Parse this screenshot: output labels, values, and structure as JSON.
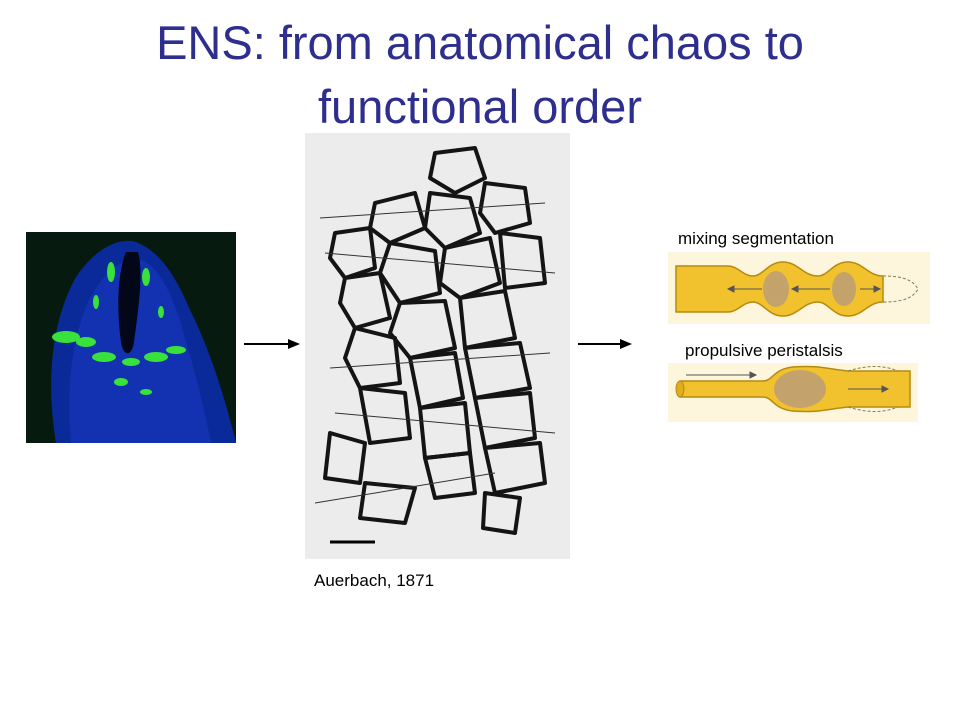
{
  "slide": {
    "title_line1": "ENS: from anatomical chaos to",
    "title_line2": "functional order"
  },
  "images": {
    "micrograph_icon": "fluorescence-micrograph",
    "drawing_icon": "neural-plexus-drawing",
    "drawing_caption": "Auerbach, 1871"
  },
  "motility": {
    "mixing_label": "mixing segmentation",
    "propulsive_label": "propulsive peristalsis"
  },
  "colors": {
    "title": "#2e2e8f",
    "gut_fill": "#f2c12e",
    "bolus": "#c4a26c",
    "micro_bg": "#0b1f7a",
    "micro_green": "#38e23a"
  }
}
